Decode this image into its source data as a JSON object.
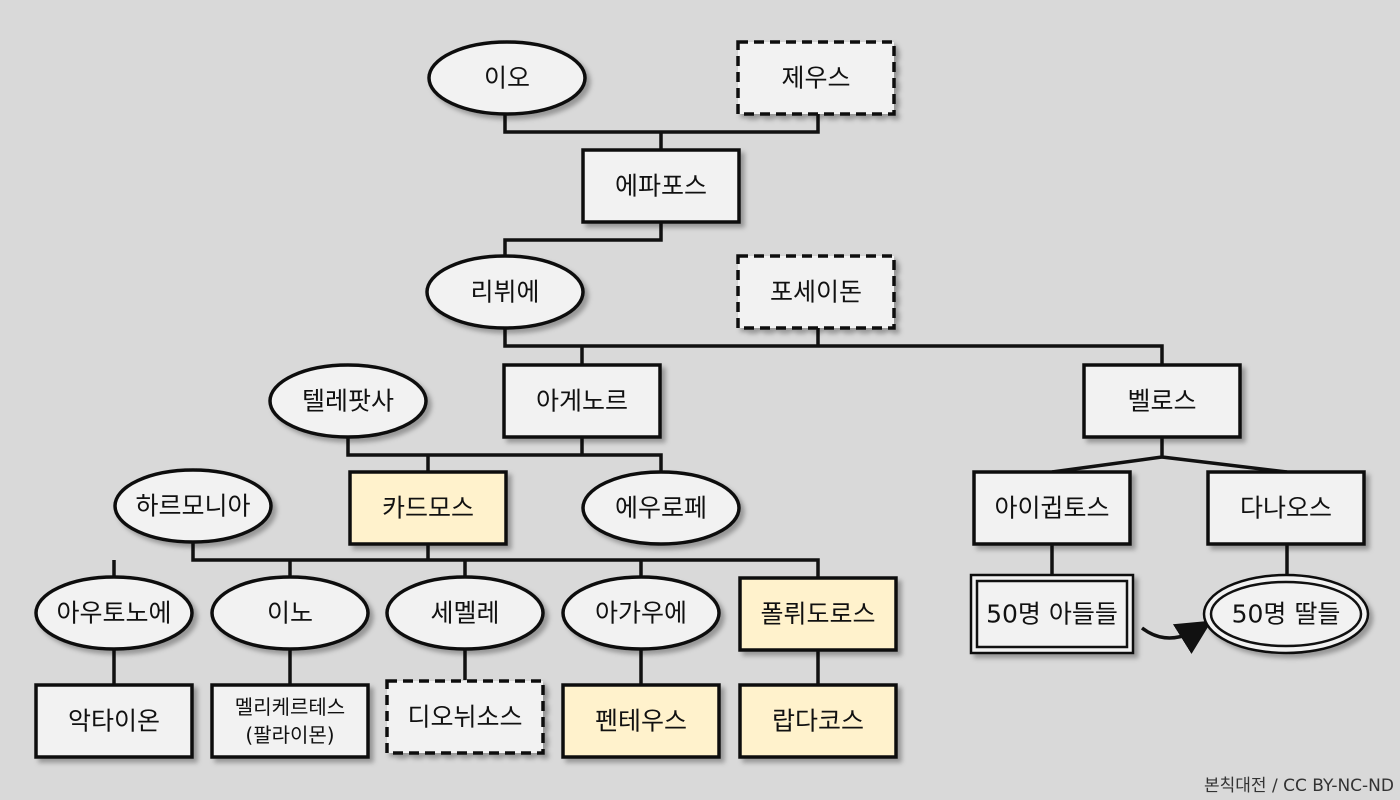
{
  "colors": {
    "background": "#d9d9d9",
    "node_fill": "#f2f2f2",
    "highlight_fill": "#fff2cc",
    "stroke": "#111111"
  },
  "nodes": {
    "io": "이오",
    "zeus": "제우스",
    "epaphos": "에파포스",
    "libya": "리뷔에",
    "poseidon": "포세이돈",
    "telephassa": "텔레팟사",
    "agenor": "아게노르",
    "belos": "벨로스",
    "harmonia": "하르모니아",
    "kadmos": "카드모스",
    "europe": "에우로페",
    "aigyptos": "아이귑토스",
    "danaos": "다나오스",
    "autonoe": "아우토노에",
    "ino": "이노",
    "semele": "세멜레",
    "agaue": "아가우에",
    "polydoros": "폴뤼도로스",
    "sons50": "50명 아들들",
    "daughters50": "50명 딸들",
    "aktaion": "악타이온",
    "melikertes_line1": "멜리케르테스",
    "melikertes_line2": "(팔라이몬)",
    "dionysos": "디오뉘소스",
    "pentheus": "펜테우스",
    "labdakos": "랍다코스"
  },
  "credit": "본칙대전 / CC BY-NC-ND"
}
